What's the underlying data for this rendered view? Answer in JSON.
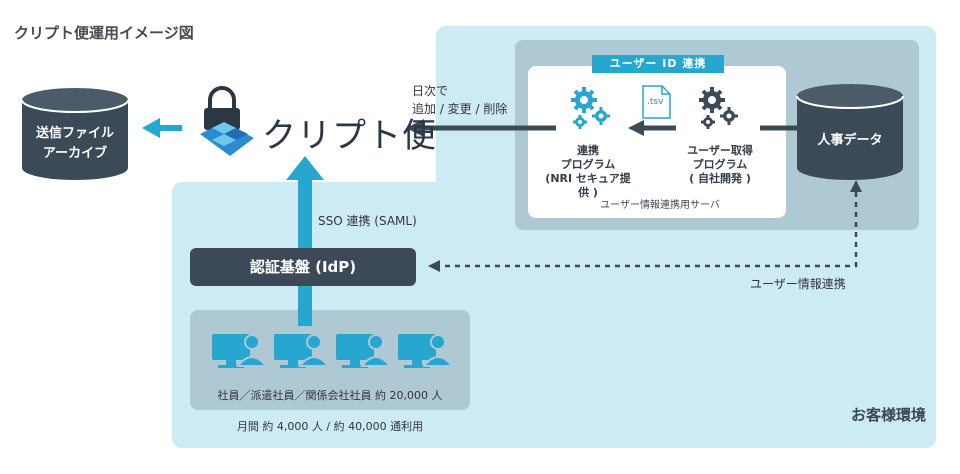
{
  "title": "クリプト便運用イメージ図",
  "archive": {
    "line1": "送信ファイル",
    "line2": "アーカイブ"
  },
  "logo": {
    "text": "クリプト便"
  },
  "daily": {
    "line1": "日次で",
    "line2": "追加 / 変更 / 削除"
  },
  "server": {
    "badge": "ユーザー ID 連携",
    "linkage_program": {
      "line1": "連携",
      "line2": "プログラム",
      "line3": "(NRI セキュア提供 )"
    },
    "acquire_program": {
      "line1": "ユーザー取得",
      "line2": "プログラム",
      "line3": "( 自社開発 )"
    },
    "tsv": ".tsv",
    "caption": "ユーザー情報連携用サーバ"
  },
  "hr_data": {
    "label": "人事データ"
  },
  "sso": {
    "label": "SSO 連携 (SAML)"
  },
  "idp": {
    "label": "認証基盤 (IdP)"
  },
  "user_info_link": {
    "label": "ユーザー情報連携"
  },
  "users": {
    "caption": "社員／派遣社員／関係会社社員 約 20,000 人",
    "monthly": "月間 約 4,000 人 / 約 40,000 通利用"
  },
  "environment": {
    "label": "お客様環境"
  },
  "colors": {
    "accent": "#27a6d0",
    "dark": "#3b4a56",
    "env": "#cdebf3",
    "server": "#aec9d3"
  }
}
